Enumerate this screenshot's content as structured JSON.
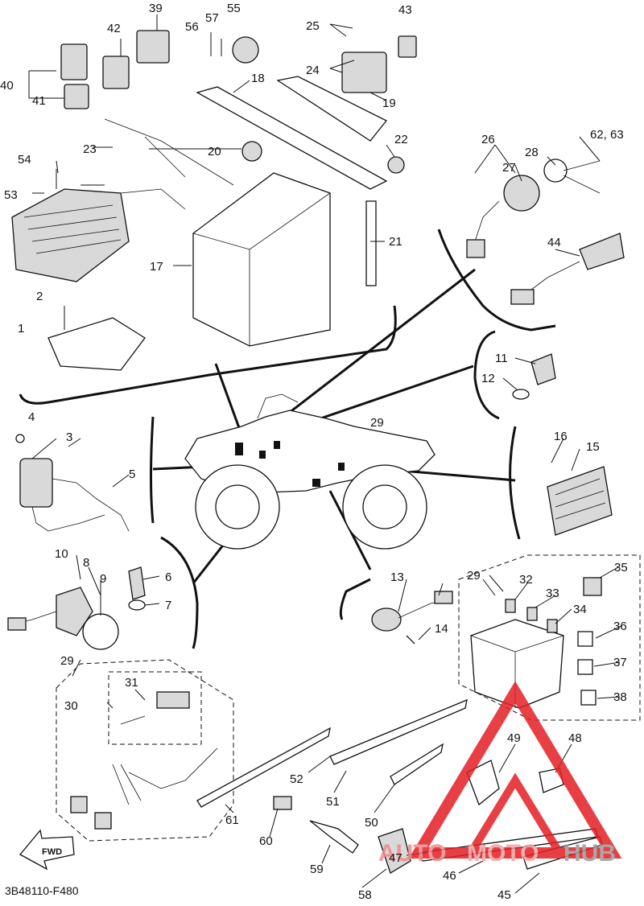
{
  "diagram": {
    "code": "3B48110-F480",
    "fwd_label": "FWD",
    "watermark": {
      "text_a": "AUTO",
      "text_b": "MOTO",
      "text_c": "HUB",
      "accent": "#e31e24",
      "dark": "#7a7a7a"
    },
    "labels": {
      "n1": "1",
      "n2": "2",
      "n3": "3",
      "n4": "4",
      "n5": "5",
      "n6": "6",
      "n7": "7",
      "n8": "8",
      "n9": "9",
      "n10": "10",
      "n11": "11",
      "n12": "12",
      "n13": "13",
      "n14": "14",
      "n15": "15",
      "n16": "16",
      "n17": "17",
      "n18": "18",
      "n19": "19",
      "n20": "20",
      "n21": "21",
      "n22": "22",
      "n23": "23",
      "n24": "24",
      "n25": "25",
      "n26": "26",
      "n27": "27",
      "n28": "28",
      "n29a": "29",
      "n29b": "29",
      "n29c": "29",
      "n30": "30",
      "n31": "31",
      "n32": "32",
      "n33": "33",
      "n34": "34",
      "n35": "35",
      "n36": "36",
      "n37": "37",
      "n38": "38",
      "n39": "39",
      "n40": "40",
      "n41": "41",
      "n42": "42",
      "n43": "43",
      "n44": "44",
      "n45": "45",
      "n46": "46",
      "n47": "47",
      "n48": "48",
      "n49": "49",
      "n50": "50",
      "n51": "51",
      "n52": "52",
      "n53": "53",
      "n54": "54",
      "n55": "55",
      "n56": "56",
      "n57": "57",
      "n58": "58",
      "n59": "59",
      "n60": "60",
      "n61": "61",
      "n6263": "62, 63"
    }
  }
}
